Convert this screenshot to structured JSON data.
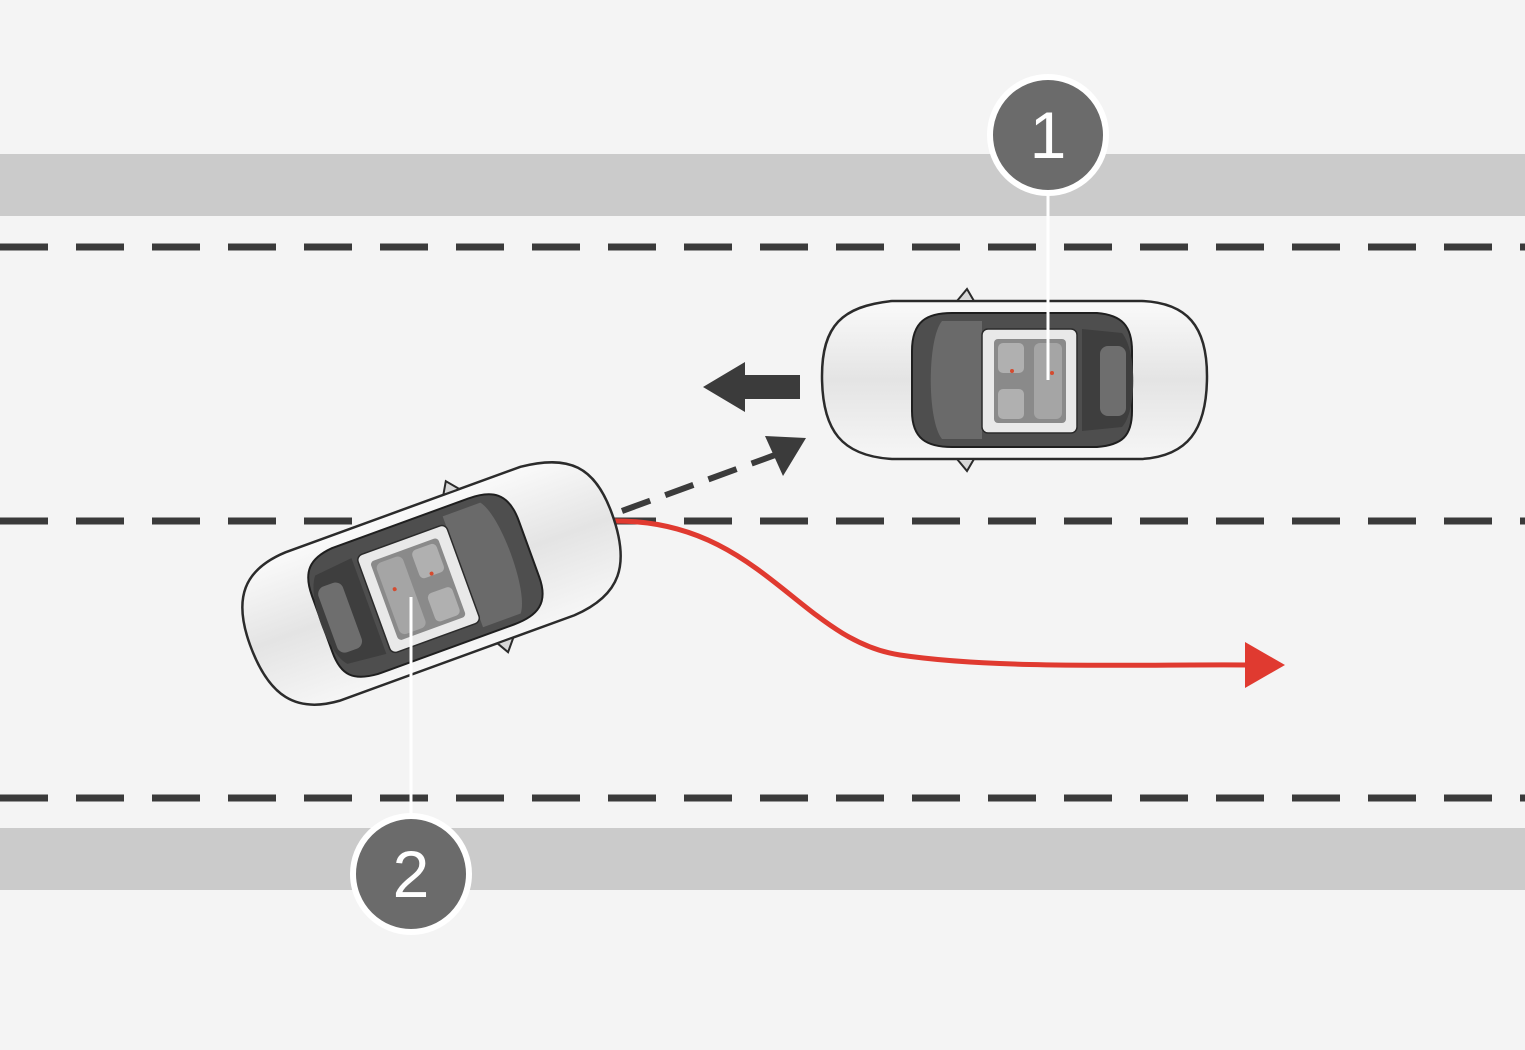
{
  "colors": {
    "background": "#f4f4f4",
    "road_edge_band": "#cbcbcb",
    "lane_marking": "#3a3a3a",
    "car_body": "#ececec",
    "car_outline": "#2b2b2b",
    "cabin": "#5a5a5a",
    "seat": "#7d7d7d",
    "arrow_dark": "#3b3b3b",
    "evasive_path": "#e03a30",
    "callout_fill": "#6b6b6b",
    "callout_stroke": "#ffffff"
  },
  "callouts": [
    {
      "id": "1",
      "label": "1"
    },
    {
      "id": "2",
      "label": "2"
    }
  ],
  "icons": {
    "oncoming_direction": "arrow-left-icon",
    "predicted_path": "dashed-arrow-icon",
    "evasive_path": "curved-arrow-icon"
  }
}
